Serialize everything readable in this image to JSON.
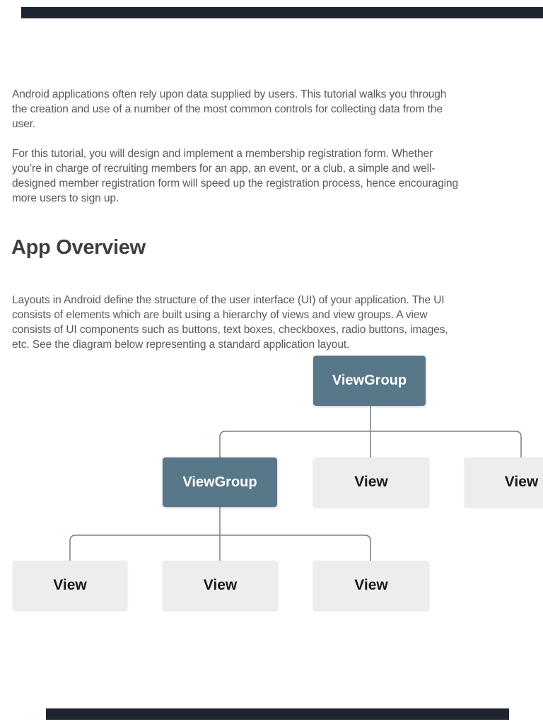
{
  "page": {
    "background": "#ffffff",
    "chrome_bar_color": "#1e2530"
  },
  "content": {
    "paragraph1": {
      "lines": [
        "Android applications often rely upon data supplied by users. This tutorial walks you through",
        "the creation and use of a number of the most common controls for collecting data from the",
        "user."
      ]
    },
    "paragraph2": {
      "lines": [
        "For this tutorial, you will design and implement a membership registration form. Whether",
        "you’re in charge of recruiting members for an app, an event, or a club, a simple and well-",
        "designed member registration form will speed up the registration process, hence encouraging",
        "more users to sign up."
      ]
    },
    "heading": "App Overview",
    "paragraph3": {
      "lines": [
        "Layouts in Android define the structure of the user interface (UI) of your application. The UI",
        "consists of elements which are built using a hierarchy of views and view groups. A view",
        "consists of UI components such as buttons, text boxes, checkboxes, radio buttons, images,",
        "etc. See the diagram below representing a standard application layout."
      ]
    }
  },
  "diagram": {
    "description": "Tree hierarchy of a standard Android application layout",
    "colors": {
      "viewgroup_bg": "#587889",
      "view_bg": "#ededed",
      "connector": "#75808a",
      "viewgroup_text": "#ffffff",
      "view_text": "#1b1b1b"
    },
    "nodes": [
      {
        "id": "vg1",
        "label": "ViewGroup",
        "type": "viewgroup",
        "level": 1
      },
      {
        "id": "vg2",
        "label": "ViewGroup",
        "type": "viewgroup",
        "level": 2
      },
      {
        "id": "v1",
        "label": "View",
        "type": "view",
        "level": 2
      },
      {
        "id": "v2",
        "label": "View",
        "type": "view",
        "level": 2
      },
      {
        "id": "v3",
        "label": "View",
        "type": "view",
        "level": 3
      },
      {
        "id": "v4",
        "label": "View",
        "type": "view",
        "level": 3
      },
      {
        "id": "v5",
        "label": "View",
        "type": "view",
        "level": 3
      }
    ],
    "edges": [
      {
        "from": "vg1",
        "to": "vg2"
      },
      {
        "from": "vg1",
        "to": "v1"
      },
      {
        "from": "vg1",
        "to": "v2"
      },
      {
        "from": "vg2",
        "to": "v3"
      },
      {
        "from": "vg2",
        "to": "v4"
      },
      {
        "from": "vg2",
        "to": "v5"
      }
    ]
  }
}
